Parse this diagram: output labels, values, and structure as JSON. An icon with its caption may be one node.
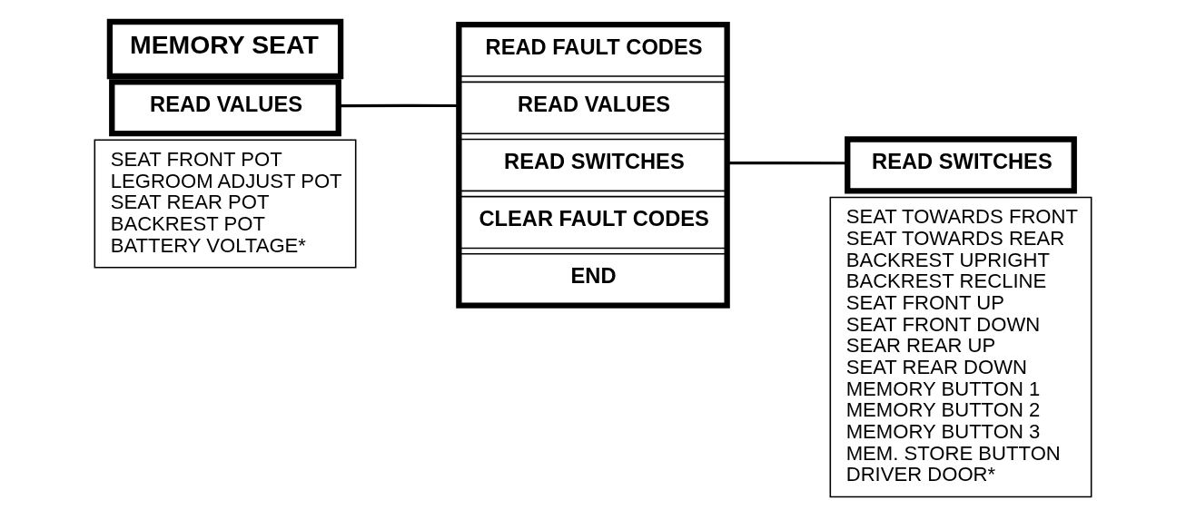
{
  "diagram": {
    "nodes": [
      {
        "text": [
          "MEMORY SEAT"
        ]
      },
      {
        "text": [],
        "shape": "box"
      },
      {
        "text": [
          "READ FAULT CODES"
        ],
        "in": 1
      },
      {
        "text": [
          "READ VALUES"
        ],
        "in": 1
      },
      {
        "text": [
          "READ SWITCHES"
        ],
        "in": 1
      },
      {
        "text": [
          "CLEAR FAULT CODES"
        ],
        "in": 1
      },
      {
        "text": [
          "END"
        ],
        "in": 1
      },
      {
        "text": [
          "READ VALUES"
        ]
      },
      {
        "text": [
          "SEAT FRONT POT",
          "LEGROOM ADJUST POT",
          "SEAT REAR POT",
          "BACKREST POT",
          "BATTERY VOLTAGE*"
        ]
      },
      {
        "text": [
          "READ SWITCHES"
        ]
      },
      {
        "text": [
          "SEAT TOWARDS FRONT",
          "SEAT TOWARDS REAR",
          "BACKREST UPRIGHT",
          "BACKREST RECLINE",
          "SEAT FRONT UP",
          "SEAT FRONT DOWN",
          "SEAR REAR UP",
          "SEAT REAR DOWN",
          "MEMORY BUTTON 1",
          "MEMORY BUTTON 2",
          "MEMORY BUTTON 3",
          "MEM. STORE BUTTON",
          "DRIVER DOOR*"
        ]
      }
    ],
    "edges": [
      {
        "from": 7,
        "to": 3,
        "arrow": "none"
      },
      {
        "from": 4,
        "to": 9,
        "arrow": "none"
      }
    ]
  }
}
